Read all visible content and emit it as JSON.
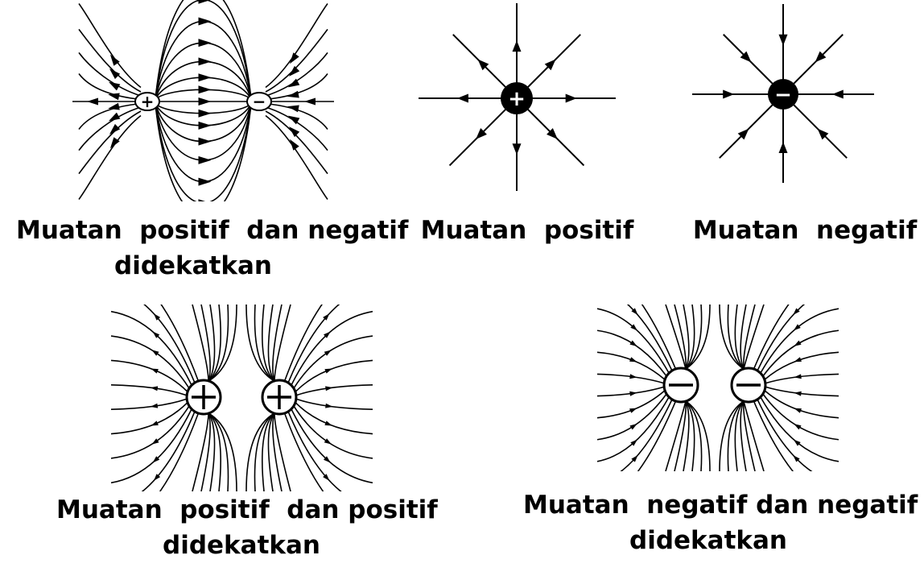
{
  "panels": {
    "dipole": {
      "caption_line1": "Muatan  positif  dan negatif",
      "caption_line2": "didekatkan",
      "charges": [
        {
          "sign": "+",
          "label": "+",
          "name": "positive-charge"
        },
        {
          "sign": "-",
          "label": "−",
          "name": "negative-charge"
        }
      ]
    },
    "single_positive": {
      "caption_line1": "Muatan  positif",
      "charge": {
        "sign": "+",
        "label": "+"
      },
      "field_direction": "outward"
    },
    "single_negative": {
      "caption_line1": "Muatan  negatif",
      "charge": {
        "sign": "-",
        "label": "−"
      },
      "field_direction": "inward"
    },
    "two_positive": {
      "caption_line1": "Muatan  positif  dan positif",
      "caption_line2": "didekatkan",
      "charges": [
        {
          "sign": "+"
        },
        {
          "sign": "+"
        }
      ],
      "field_direction": "outward"
    },
    "two_negative": {
      "caption_line1": "Muatan  negatif dan negatif",
      "caption_line2": "didekatkan",
      "charges": [
        {
          "sign": "-"
        },
        {
          "sign": "-"
        }
      ],
      "field_direction": "inward"
    }
  },
  "colors": {
    "ink": "#000000",
    "background": "#ffffff"
  }
}
